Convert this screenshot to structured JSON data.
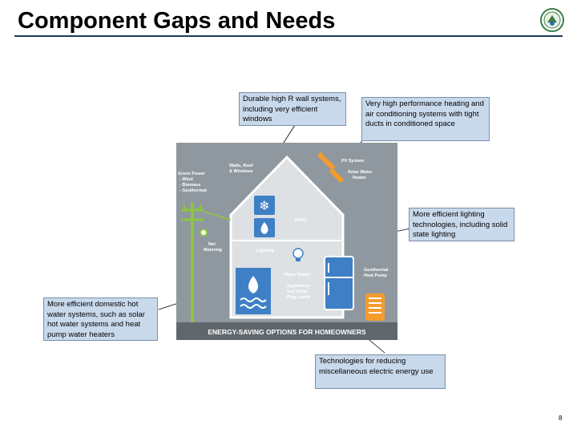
{
  "slide": {
    "title": "Component Gaps and Needs",
    "page_number": "8"
  },
  "callouts": {
    "wall_systems": "Durable high R wall systems, including very efficient windows",
    "hvac": "Very high performance heating and air conditioning systems with tight ducts in conditioned space",
    "lighting": "More efficient lighting technologies, including solid state lighting",
    "water_heating": "More efficient domestic hot water systems, such as solar hot water systems and heat pump water heaters",
    "plug_loads": "Technologies for reducing miscellaneous electric energy use"
  },
  "diagram": {
    "banner": "ENERGY-SAVING OPTIONS FOR HOMEOWNERS",
    "green_power_title": "Green Power",
    "green_power_items": [
      "- Wind",
      "- Biomass",
      "- Geothermal"
    ],
    "walls_label": [
      "Walls, Roof",
      "& Windows"
    ],
    "pv_label": "PV System",
    "solar_water_label": [
      "Solar Water",
      "Heater"
    ],
    "hvac_label": "HVAC",
    "net_metering_label": [
      "Net",
      "Metering"
    ],
    "lighting_label": "Lighting",
    "geothermal_label": [
      "Geothermal",
      "Heat Pump"
    ],
    "water_heater_label": "Water Heater",
    "appliances_label": [
      "Appliances",
      "and Other",
      "Plug Loads"
    ]
  },
  "colors": {
    "panel": "#8f989f",
    "house": "#dde1e4",
    "icon_blue": "#3f7fc6",
    "green": "#8cc63f",
    "orange": "#f39c2d",
    "callout_fill": "#c9d9ec"
  }
}
